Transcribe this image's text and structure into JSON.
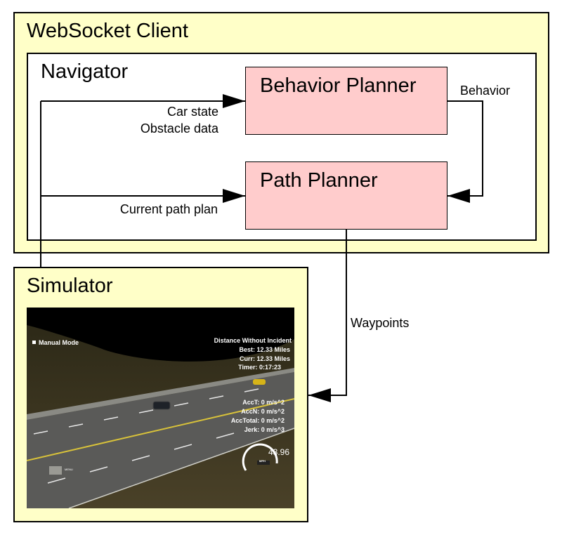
{
  "websocket_client": {
    "title": "WebSocket Client"
  },
  "navigator": {
    "title": "Navigator"
  },
  "behavior_planner": {
    "title": "Behavior Planner"
  },
  "path_planner": {
    "title": "Path Planner"
  },
  "simulator": {
    "title": "Simulator",
    "screen": {
      "mode_label": "Manual Mode",
      "distance_header": "Distance Without Incident",
      "best": "Best: 12.33 Miles",
      "curr": "Curr: 12.33 Miles",
      "timer": "Timer: 0:17:23",
      "acc_t": "AccT: 0 m/s^2",
      "acc_n": "AccN: 0 m/s^2",
      "acc_total": "AccTotal: 0 m/s^2",
      "jerk": "Jerk: 0 m/s^3",
      "speed": "43.96",
      "speed_unit": "MPH",
      "menu_label": "MENU"
    }
  },
  "edges": {
    "car_state": "Car state",
    "obstacle_data": "Obstacle data",
    "behavior": "Behavior",
    "current_path_plan": "Current path plan",
    "waypoints": "Waypoints"
  },
  "colors": {
    "container_fill": "#ffffc8",
    "planner_fill": "#ffcccc",
    "line": "#000000"
  }
}
